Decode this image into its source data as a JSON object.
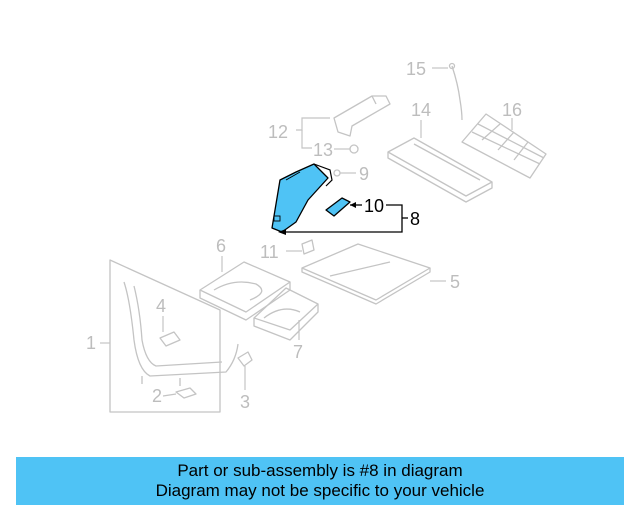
{
  "callouts": {
    "n1": "1",
    "n2": "2",
    "n3": "3",
    "n4": "4",
    "n5": "5",
    "n6": "6",
    "n7": "7",
    "n8": "8",
    "n9": "9",
    "n10": "10",
    "n11": "11",
    "n12": "12",
    "n13": "13",
    "n14": "14",
    "n15": "15",
    "n16": "16"
  },
  "highlight": {
    "part_number": "8",
    "fill_color": "#4fc3f5",
    "outline_color": "#000000"
  },
  "banner": {
    "line1": "Part or sub-assembly is #8 in diagram",
    "line2": "Diagram may not be specific to your vehicle",
    "background": "#4fc3f5"
  }
}
